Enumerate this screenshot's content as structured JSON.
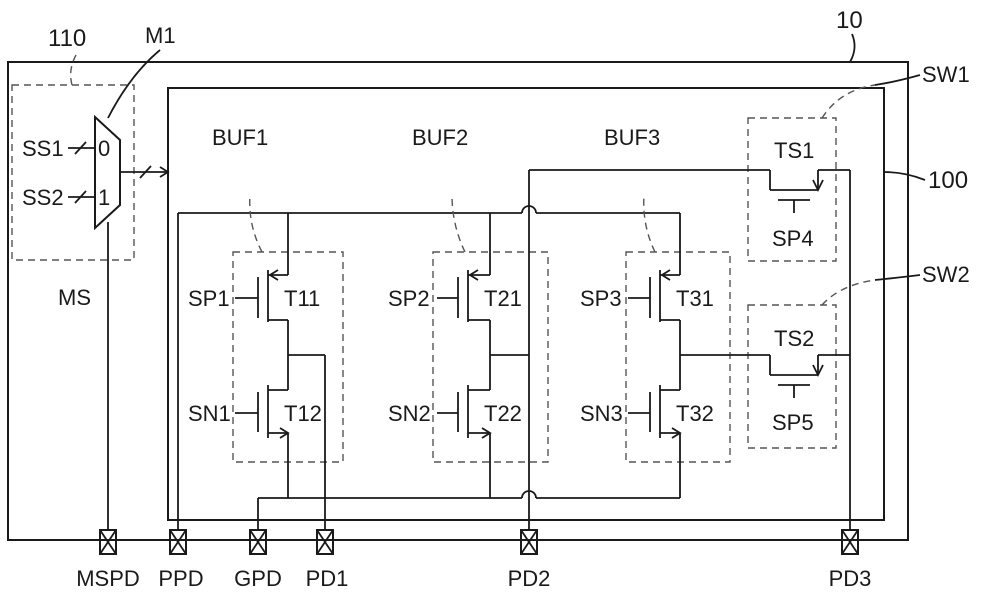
{
  "labels": {
    "ref_10": "10",
    "ref_110": "110",
    "m1": "M1",
    "sw1": "SW1",
    "sw2": "SW2",
    "ref_100": "100",
    "ss1": "SS1",
    "ss2": "SS2",
    "mux0": "0",
    "mux1": "1",
    "ms": "MS",
    "buf1": "BUF1",
    "buf2": "BUF2",
    "buf3": "BUF3",
    "ts1": "TS1",
    "ts2": "TS2",
    "sp4": "SP4",
    "sp5": "SP5",
    "sp1": "SP1",
    "sp2": "SP2",
    "sp3": "SP3",
    "sn1": "SN1",
    "sn2": "SN2",
    "sn3": "SN3",
    "t11": "T11",
    "t12": "T12",
    "t21": "T21",
    "t22": "T22",
    "t31": "T31",
    "t32": "T32"
  },
  "pads": [
    "MSPD",
    "PPD",
    "GPD",
    "PD1",
    "PD2",
    "PD3"
  ]
}
